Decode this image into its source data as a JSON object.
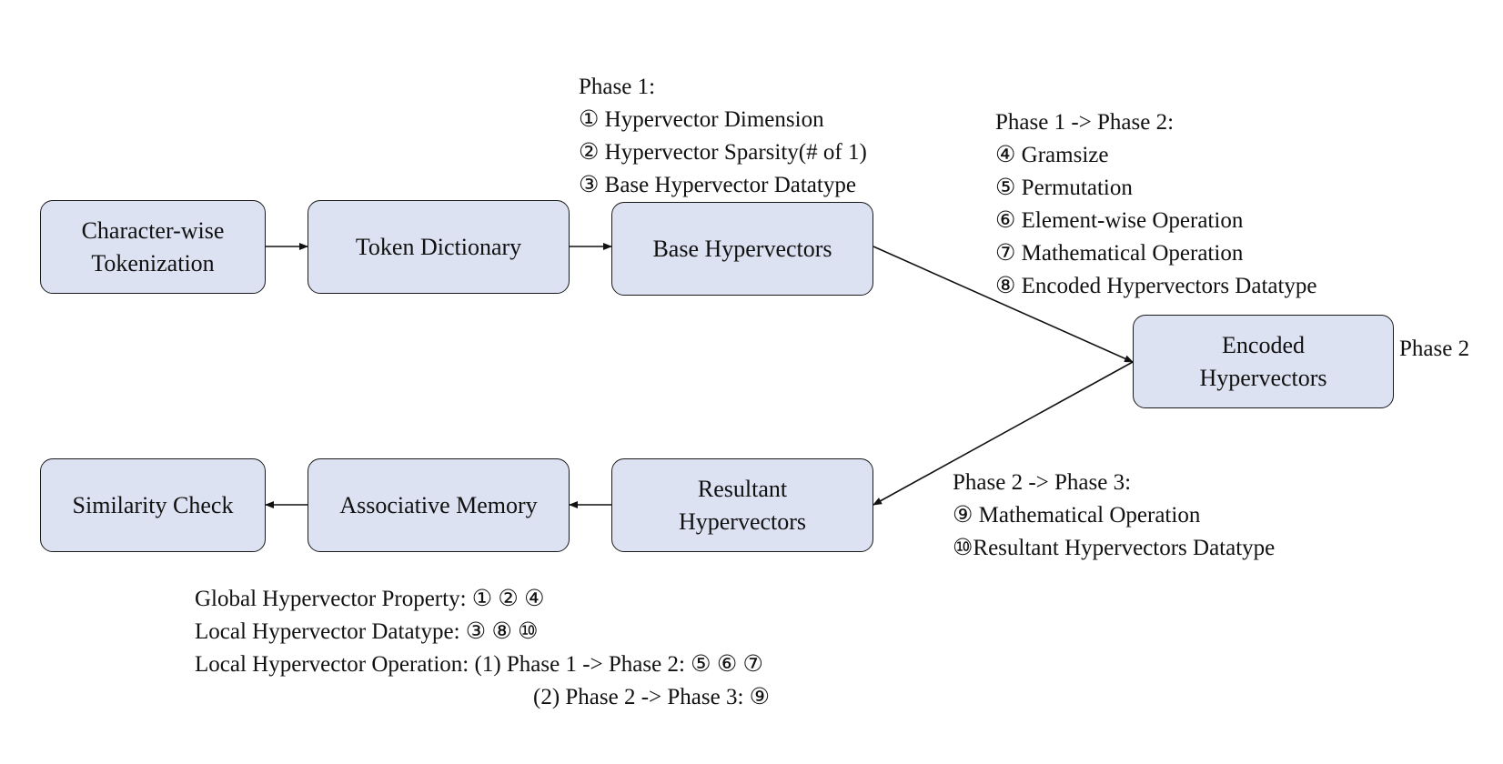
{
  "nodes": {
    "tokenization": "Character-wise\nTokenization",
    "dictionary": "Token Dictionary",
    "base": "Base Hypervectors",
    "encoded": "Encoded\nHypervectors",
    "resultant": "Resultant\nHypervectors",
    "memory": "Associative Memory",
    "similarity": "Similarity Check"
  },
  "phase1": {
    "title": "Phase 1:",
    "items": [
      "① Hypervector Dimension",
      "② Hypervector Sparsity(# of  1)",
      "③ Base Hypervector Datatype"
    ]
  },
  "phase1_2": {
    "title": "Phase 1 -> Phase 2:",
    "items": [
      "④ Gramsize",
      "⑤ Permutation",
      "⑥ Element-wise Operation",
      "⑦ Mathematical Operation",
      "⑧ Encoded Hypervectors Datatype"
    ]
  },
  "phase2_label": "Phase 2",
  "phase2_3": {
    "title": "Phase 2 -> Phase 3:",
    "items": [
      "⑨ Mathematical Operation",
      "⑩Resultant Hypervectors Datatype"
    ]
  },
  "legend": {
    "global": "Global Hypervector Property: ① ② ④",
    "local_datatype": "Local Hypervector Datatype: ③ ⑧ ⑩",
    "local_operation": "Local Hypervector Operation: (1) Phase 1 -> Phase 2: ⑤ ⑥ ⑦",
    "local_operation_2": "(2) Phase 2 -> Phase 3: ⑨"
  }
}
